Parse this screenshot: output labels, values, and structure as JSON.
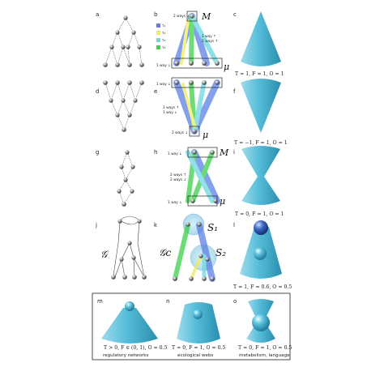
{
  "panel_labels": {
    "a": "a",
    "b": "b",
    "c": "c",
    "d": "d",
    "e": "e",
    "f": "f",
    "g": "g",
    "h": "h",
    "i": "i",
    "j": "j",
    "k": "k",
    "l": "l",
    "m": "m",
    "n": "n",
    "o": "o"
  },
  "panel_b": {
    "top_ways": "2 ways ↓",
    "tau1": "τ₁",
    "tau2": "τ₂",
    "tau3": "τ₃",
    "tau4": "τ₄",
    "one_way": "1 way ↑",
    "two_ways": "2 ways ↑",
    "bottom_ways": "1 way ↓",
    "M": "M",
    "mu": "μ"
  },
  "panel_e": {
    "top_ways": "1 way ↓",
    "mid_up": "2 ways ↑",
    "mid_down": "1 way ↓",
    "bottom_ways": "2 ways ↓",
    "mu": "μ"
  },
  "panel_h": {
    "top_ways": "1 way ↓",
    "mid_up": "2 ways ↑",
    "mid_down": "2 ways ↓",
    "bottom_ways": "1 way ↓",
    "M": "M",
    "mu": "μ"
  },
  "panel_j": {
    "G": "𝒢"
  },
  "panel_k": {
    "Gc": "𝒢c",
    "S1": "S₁",
    "S2": "S₂"
  },
  "captions": {
    "c": "T = 1, F = 1, O = 1",
    "f": "T = −1, F = 1, O = 1",
    "i": "T = 0, F = 1, O = 1",
    "l": "T = 1, F = 0.6, O = 0.5",
    "m": "T > 0, F ∈ (0, 1), O ≈ 0.5",
    "n": "T ≈ 0, F ≈ 1, O ≈ 0.5",
    "o": "T ≈ 0, F ≈ 1, O ≈ 0.5"
  },
  "bottom_labels": {
    "m": "regulatory networks",
    "n": "ecological webs",
    "o": "metabolism, language"
  },
  "colors": {
    "cone_light": "#bfe9f3",
    "cone_mid": "#5fc1dc",
    "cone_dark": "#2a8fb0",
    "path_blue": "#5b7fe6",
    "path_green": "#3bd14a",
    "path_yellow": "#f2ec5a",
    "path_cyan": "#6ad8e0"
  }
}
